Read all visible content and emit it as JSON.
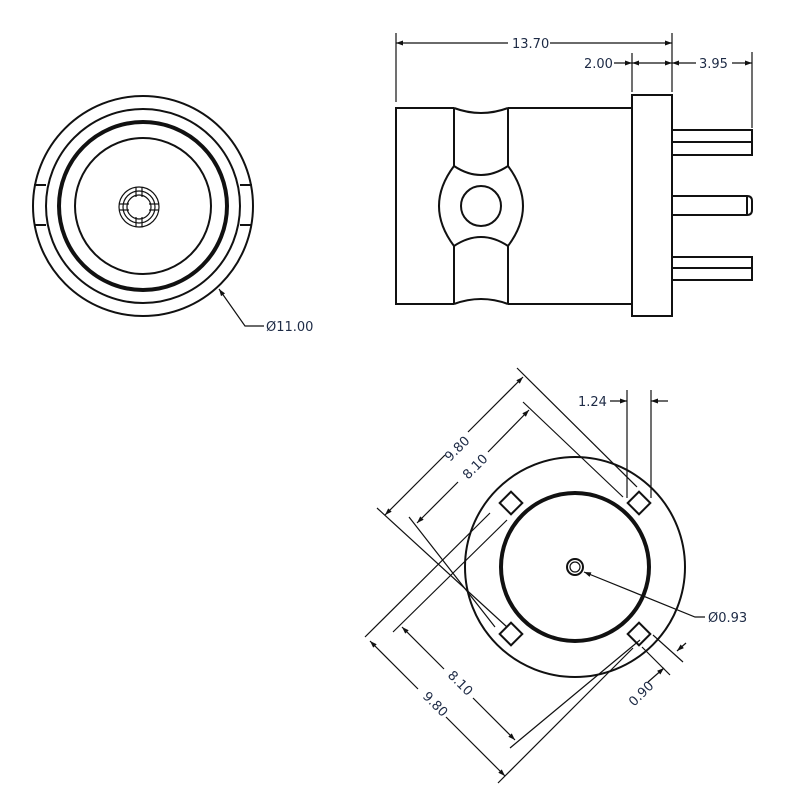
{
  "views": {
    "front": {
      "diameter_label": "Ø11.00"
    },
    "side": {
      "overall_length": "13.70",
      "flange_thickness": "2.00",
      "pin_length": "3.95"
    },
    "bottom": {
      "pin_spacing_outer_top": "9.80",
      "pin_spacing_inner_top": "8.10",
      "pin_spacing_inner_bottom": "8.10",
      "pin_spacing_outer_bottom": "9.80",
      "pin_width": "1.24",
      "pin_size": "0.90",
      "center_pin_diameter": "Ø0.93"
    }
  },
  "colors": {
    "line": "#111111",
    "text": "#1d2a45"
  }
}
